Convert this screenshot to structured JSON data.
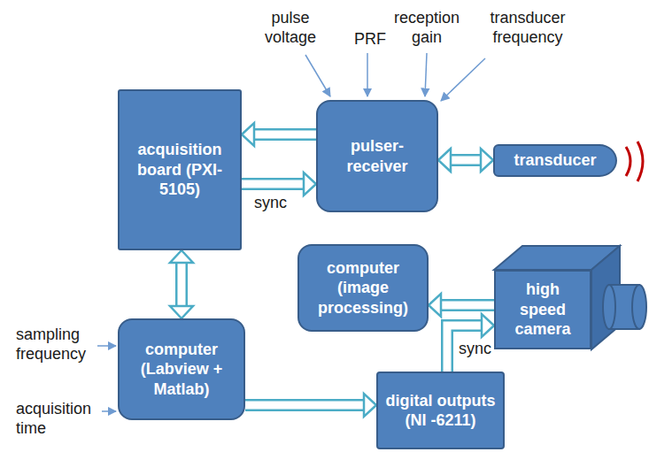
{
  "diagram": {
    "nodes": [
      {
        "text": [
          "acquisition board (PXI-5105)"
        ]
      },
      {
        "text": [
          "pulser-receiver"
        ]
      },
      {
        "text": [
          "transducer"
        ]
      },
      {
        "text": [
          "computer (image processing)"
        ]
      },
      {
        "text": [
          "high speed camera"
        ]
      },
      {
        "text": [
          "computer (Labview + Matlab)"
        ]
      },
      {
        "text": [
          "digital outputs (NI -6211)"
        ]
      }
    ],
    "edges": [
      {
        "from": 1,
        "to": 0,
        "arrow": "to"
      },
      {
        "from": 0,
        "to": 1,
        "label": "sync",
        "arrow": "to"
      },
      {
        "from": 1,
        "to": 2,
        "arrow": "both"
      },
      {
        "from": 0,
        "to": 5,
        "arrow": "both"
      },
      {
        "from": 4,
        "to": 3,
        "arrow": "to"
      },
      {
        "from": 5,
        "to": 6,
        "arrow": "to"
      },
      {
        "from": 6,
        "to": 4,
        "label": "sync",
        "arrow": "to"
      }
    ],
    "labels": [
      "pulse voltage",
      "PRF",
      "reception gain",
      "transducer frequency",
      "sampling frequency",
      "acquisition time"
    ]
  }
}
